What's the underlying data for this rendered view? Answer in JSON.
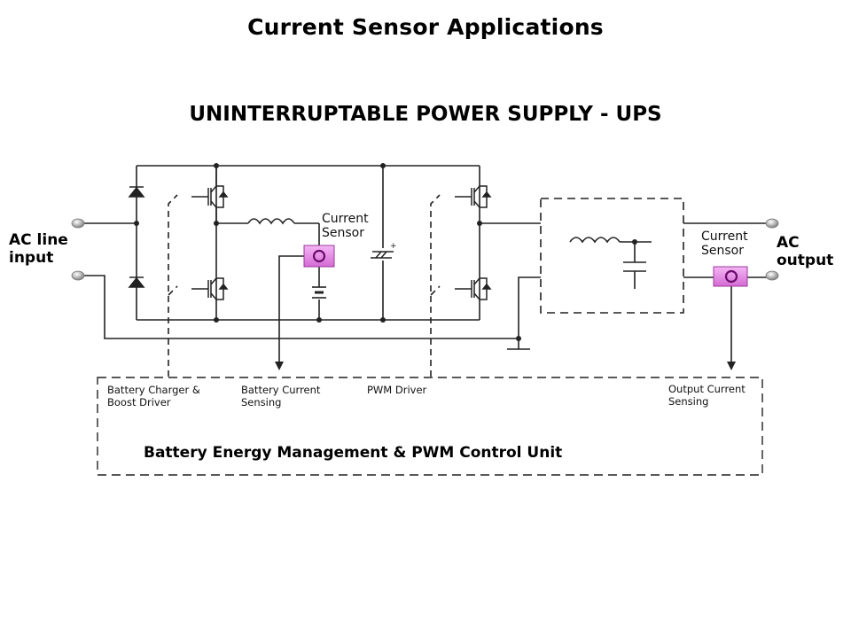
{
  "header": {
    "title": "Current Sensor Applications",
    "subtitle": "UNINTERRUPTABLE POWER SUPPLY - UPS"
  },
  "diagram": {
    "terminals": {
      "input_label": "AC line\ninput",
      "output_label": "AC\noutput"
    },
    "sensors": [
      {
        "label": "Current\nSensor",
        "location": "battery branch",
        "color": "#e07be0"
      },
      {
        "label": "Current\nSensor",
        "location": "AC output",
        "color": "#e07be0"
      }
    ],
    "control_unit": {
      "title": "Battery Energy Management & PWM Control Unit",
      "blocks": [
        {
          "label": "Battery Charger &\nBoost Driver"
        },
        {
          "label": "Battery Current\nSensing"
        },
        {
          "label": "PWM Driver"
        },
        {
          "label": "Output Current\nSensing"
        }
      ]
    },
    "components": [
      "diode-bridge",
      "igbt-boost-leg",
      "inductor",
      "battery",
      "dc-link-capacitor",
      "igbt-inverter-leg",
      "lc-output-filter",
      "ground"
    ]
  }
}
